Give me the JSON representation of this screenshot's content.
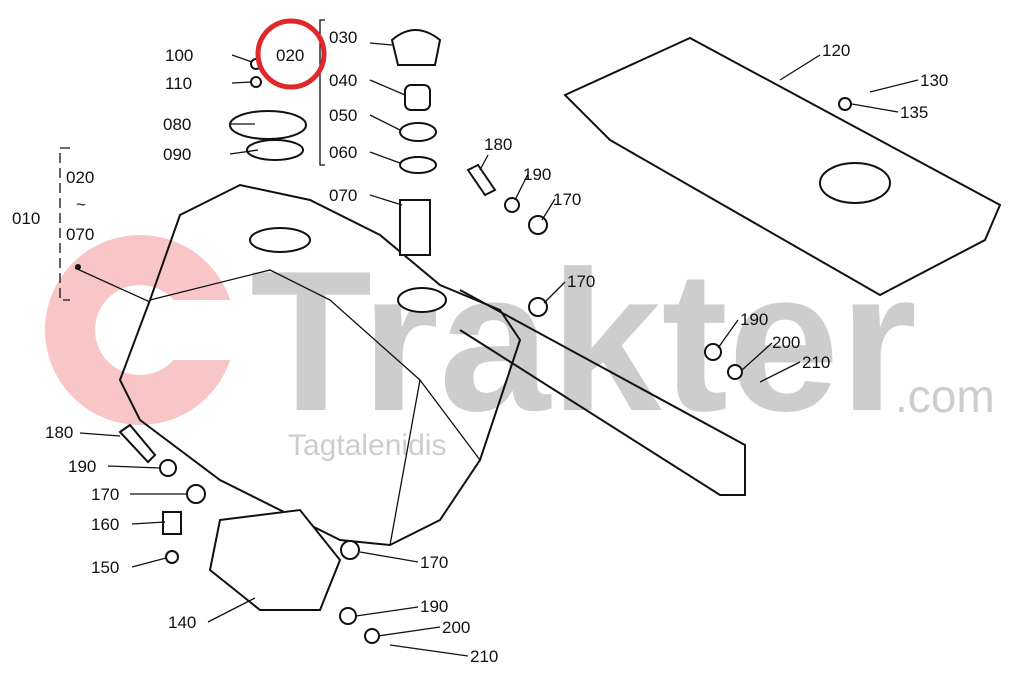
{
  "diagram": {
    "title": "Fuel tank assembly parts diagram",
    "highlighted_label": "020",
    "highlight_color": "#e0282a",
    "group_bracket": {
      "label": "010",
      "range_start": "020",
      "range_sep": "~",
      "range_end": "070"
    },
    "labels": [
      "100",
      "110",
      "080",
      "090",
      "020",
      "030",
      "040",
      "050",
      "060",
      "070",
      "180",
      "190",
      "170",
      "120",
      "130",
      "135",
      "170",
      "190",
      "200",
      "210",
      "180",
      "190",
      "170",
      "160",
      "150",
      "140",
      "170",
      "190",
      "200",
      "210"
    ]
  },
  "watermark": {
    "brand": "Trakter",
    "suffix": ".com",
    "subtitle": "Tagtalenidis",
    "logo_color": "#f4a0a0"
  }
}
